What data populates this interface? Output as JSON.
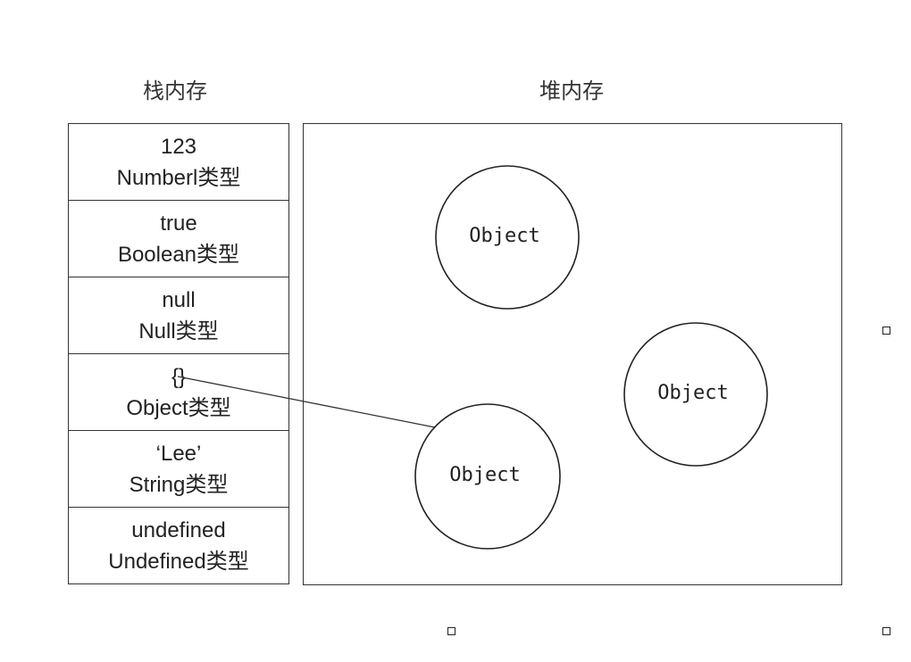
{
  "stack": {
    "title": "栈内存",
    "cells": [
      {
        "value": "123",
        "type": "Numberl类型"
      },
      {
        "value": "true",
        "type": "Boolean类型"
      },
      {
        "value": "null",
        "type": "Null类型"
      },
      {
        "value": "{}",
        "type": "Object类型"
      },
      {
        "value": "‘Lee’",
        "type": "String类型"
      },
      {
        "value": "undefined",
        "type": "Undefined类型"
      }
    ]
  },
  "heap": {
    "title": "堆内存",
    "objects": [
      {
        "label": "Object"
      },
      {
        "label": "Object"
      },
      {
        "label": "Object"
      }
    ]
  },
  "reference": {
    "from_cell": 3,
    "to_object": 2
  }
}
